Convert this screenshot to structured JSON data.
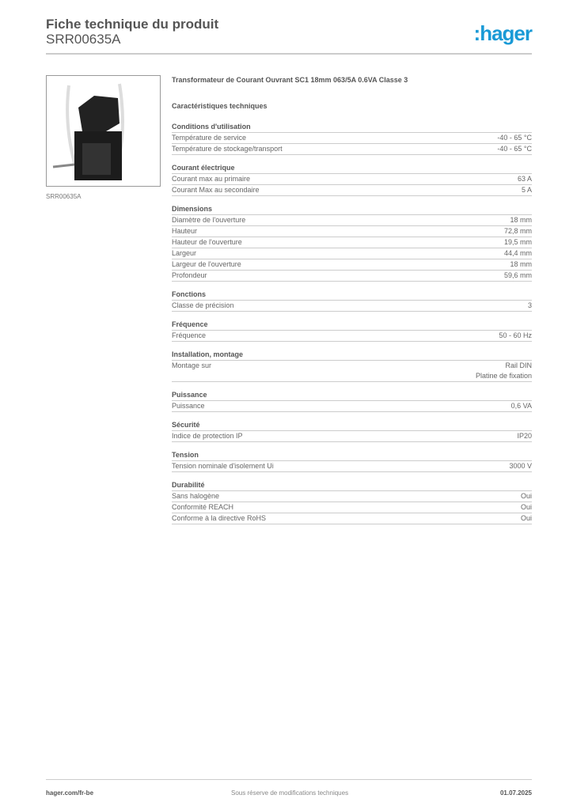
{
  "header": {
    "title": "Fiche technique du produit",
    "sku": "SRR00635A",
    "logo": ":hager",
    "brand_color": "#1a9ad6"
  },
  "image": {
    "caption": "SRR00635A"
  },
  "product_name": "Transformateur de Courant Ouvrant SC1 18mm 063/5A 0.6VA Classe 3",
  "characteristics_title": "Caractéristiques techniques",
  "sections": [
    {
      "title": "Conditions d'utilisation",
      "rows": [
        [
          "Température de service",
          "-40 - 65 °C"
        ],
        [
          "Température de stockage/transport",
          "-40 - 65 °C"
        ]
      ]
    },
    {
      "title": "Courant électrique",
      "rows": [
        [
          "Courant max au primaire",
          "63 A"
        ],
        [
          "Courant Max au secondaire",
          "5 A"
        ]
      ]
    },
    {
      "title": "Dimensions",
      "rows": [
        [
          "Diamètre de l'ouverture",
          "18 mm"
        ],
        [
          "Hauteur",
          "72,8 mm"
        ],
        [
          "Hauteur de l'ouverture",
          "19,5 mm"
        ],
        [
          "Largeur",
          "44,4 mm"
        ],
        [
          "Largeur de l'ouverture",
          "18 mm"
        ],
        [
          "Profondeur",
          "59,6 mm"
        ]
      ]
    },
    {
      "title": "Fonctions",
      "rows": [
        [
          "Classe de précision",
          "3"
        ]
      ]
    },
    {
      "title": "Fréquence",
      "rows": [
        [
          "Fréquence",
          "50 - 60 Hz"
        ]
      ]
    },
    {
      "title": "Installation, montage",
      "rows": [
        [
          "Montage sur",
          "Rail DIN\nPlatine de fixation"
        ]
      ]
    },
    {
      "title": "Puissance",
      "rows": [
        [
          "Puissance",
          "0,6 VA"
        ]
      ]
    },
    {
      "title": "Sécurité",
      "rows": [
        [
          "Indice de protection IP",
          "IP20"
        ]
      ]
    },
    {
      "title": "Tension",
      "rows": [
        [
          "Tension nominale d'isolement Ui",
          "3000 V"
        ]
      ]
    },
    {
      "title": "Durabilité",
      "rows": [
        [
          "Sans halogène",
          "Oui"
        ],
        [
          "Conformité REACH",
          "Oui"
        ],
        [
          "Conforme à la directive RoHS",
          "Oui"
        ]
      ]
    }
  ],
  "footer": {
    "website": "hager.com/fr-be",
    "note": "Sous réserve de modifications techniques",
    "date": "01.07.2025"
  }
}
